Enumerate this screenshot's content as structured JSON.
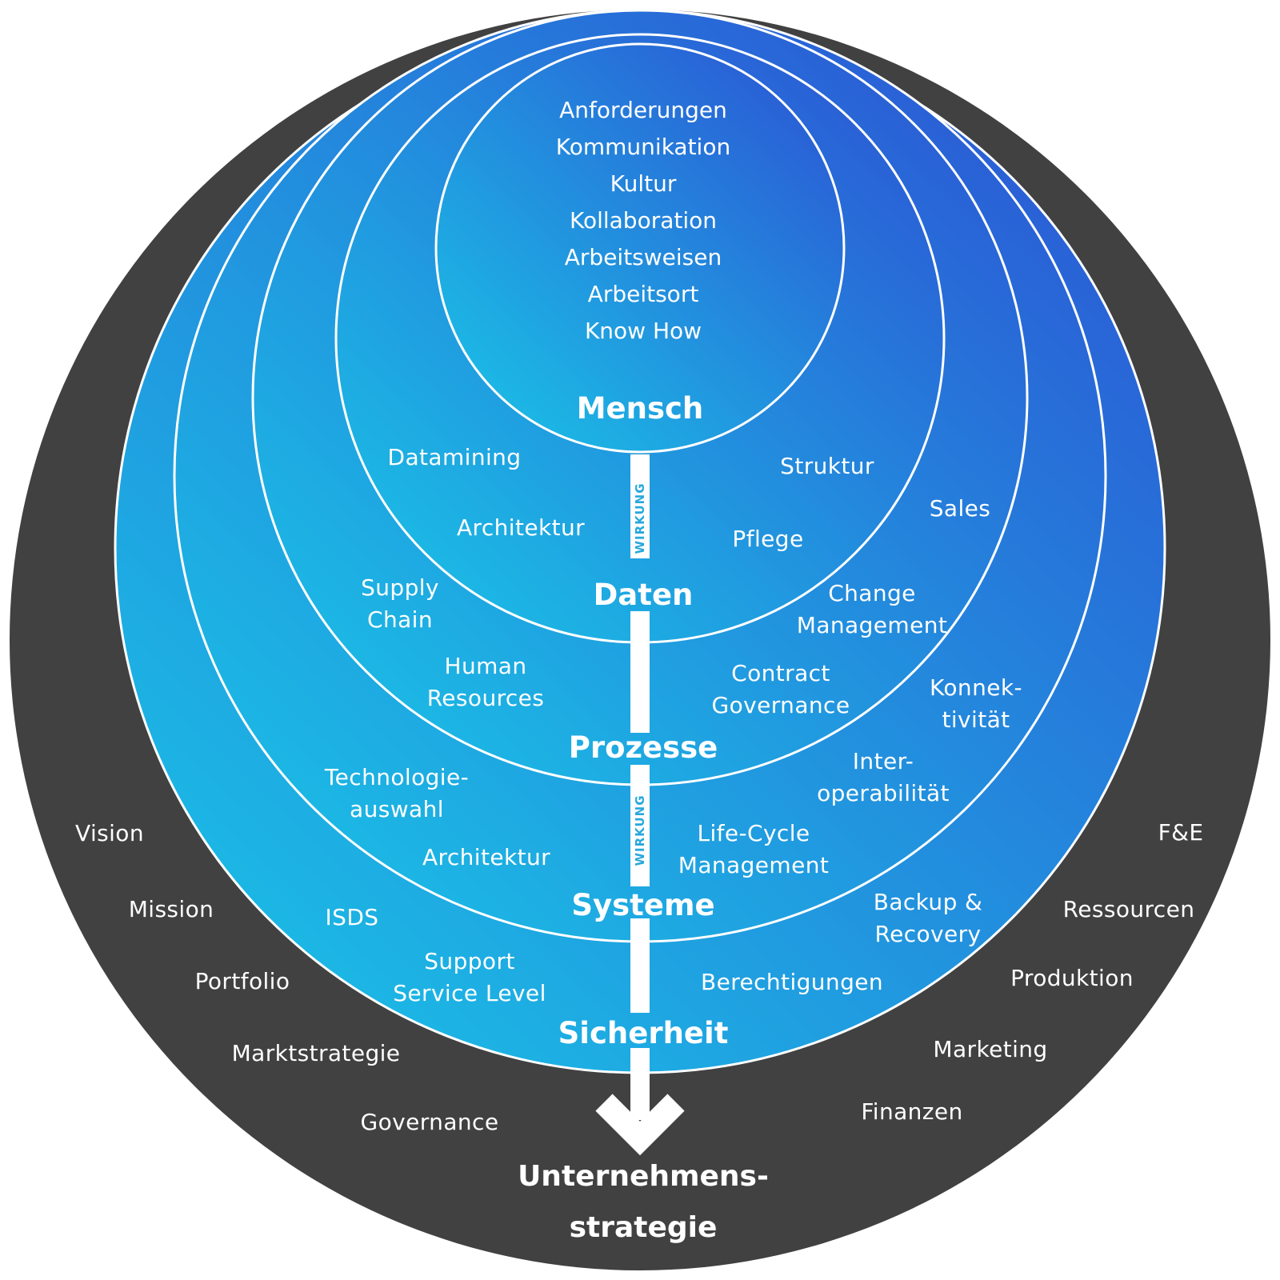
{
  "colors": {
    "outer_ring": "#414141",
    "gradient_light": "#1cb6e4",
    "gradient_dark": "#2a5fd6",
    "text": "#ffffff",
    "wirkung_text": "#27a8dd"
  },
  "core": {
    "items": [
      "Anforderungen",
      "Kommunikation",
      "Kultur",
      "Kollaboration",
      "Arbeitsweisen",
      "Arbeitsort",
      "Know How"
    ],
    "title": "Mensch"
  },
  "daten": {
    "title": "Daten",
    "items": [
      "Datamining",
      "Struktur",
      "Architektur",
      "Pflege"
    ]
  },
  "prozesse": {
    "title": "Prozesse",
    "items": [
      "Sales",
      "Supply\nChain",
      "Change\nManagement",
      "Human\nResources",
      "Contract\nGovernance",
      "Konnek-\ntivität"
    ]
  },
  "systeme": {
    "title": "Systeme",
    "items": [
      "Technologie-\nauswahl",
      "Inter-\noperabilität",
      "Architektur",
      "Life-Cycle\nManagement"
    ]
  },
  "sicherheit": {
    "title": "Sicherheit",
    "items": [
      "Backup &\nRecovery",
      "ISDS",
      "Support\nService Level",
      "Berechtigungen"
    ]
  },
  "strategy": {
    "title": "Unternehmens-\nstrategie",
    "left_items": [
      "Vision",
      "Mission",
      "Portfolio",
      "Marktstrategie",
      "Governance"
    ],
    "right_items": [
      "F&E",
      "Ressourcen",
      "Produktion",
      "Marketing",
      "Finanzen"
    ]
  },
  "wirkung_labels": [
    "WIRKUNG",
    "WIRKUNG"
  ],
  "icons": {
    "arrow": "arrow-down-icon"
  }
}
